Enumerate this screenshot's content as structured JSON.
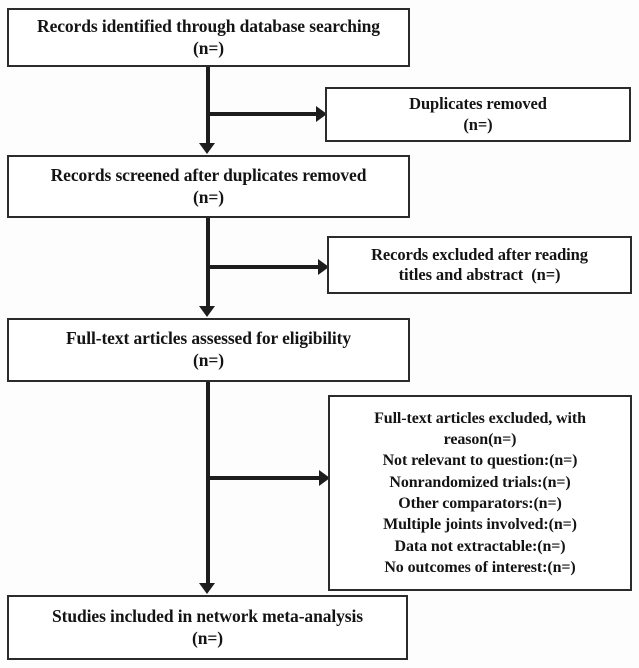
{
  "diagram": {
    "title": "PRISMA flow diagram",
    "type": "flowchart",
    "background_color": "#fdfdfd",
    "box_border_color": "#2b2b2b",
    "connector_color": "#1d1d1d",
    "text_color": "#141414"
  },
  "boxes": {
    "identified": {
      "name": "Records identified through database searching",
      "lines": [
        "Records identified through database searching",
        "(n=)"
      ]
    },
    "duplicates_removed": {
      "name": "Duplicates removed",
      "lines": [
        "Duplicates removed",
        "(n=)"
      ]
    },
    "screened": {
      "name": "Records screened after duplicates removed",
      "lines": [
        "Records screened after duplicates removed",
        "(n=)"
      ]
    },
    "excluded_titles": {
      "name": "Records excluded after reading titles and abstract",
      "lines": [
        "Records excluded after reading",
        "titles and abstract  (n=)"
      ]
    },
    "fulltext_assessed": {
      "name": "Full-text articles assessed for eligibility",
      "lines": [
        "Full-text articles assessed for eligibility",
        "(n=)"
      ]
    },
    "excluded_reasons": {
      "name": "Full-text articles excluded, with reason",
      "lines": [
        "Full-text articles excluded, with",
        "reason(n=)",
        "Not relevant to question:(n=)",
        "Nonrandomized trials:(n=)",
        "Other comparators:(n=)",
        "Multiple joints involved:(n=)",
        "Data not extractable:(n=)",
        "No outcomes of interest:(n=)"
      ]
    },
    "included": {
      "name": "Studies included in network meta-analysis",
      "lines": [
        "Studies included in network meta-analysis",
        "(n=)"
      ]
    }
  },
  "connectors": [
    {
      "from": "identified",
      "to": "screened",
      "kind": "arrow-down"
    },
    {
      "from": "identified",
      "to": "duplicates_removed",
      "kind": "arrow-right"
    },
    {
      "from": "screened",
      "to": "fulltext_assessed",
      "kind": "arrow-down"
    },
    {
      "from": "screened",
      "to": "excluded_titles",
      "kind": "arrow-right"
    },
    {
      "from": "fulltext_assessed",
      "to": "included",
      "kind": "arrow-down"
    },
    {
      "from": "fulltext_assessed",
      "to": "excluded_reasons",
      "kind": "arrow-right"
    }
  ]
}
